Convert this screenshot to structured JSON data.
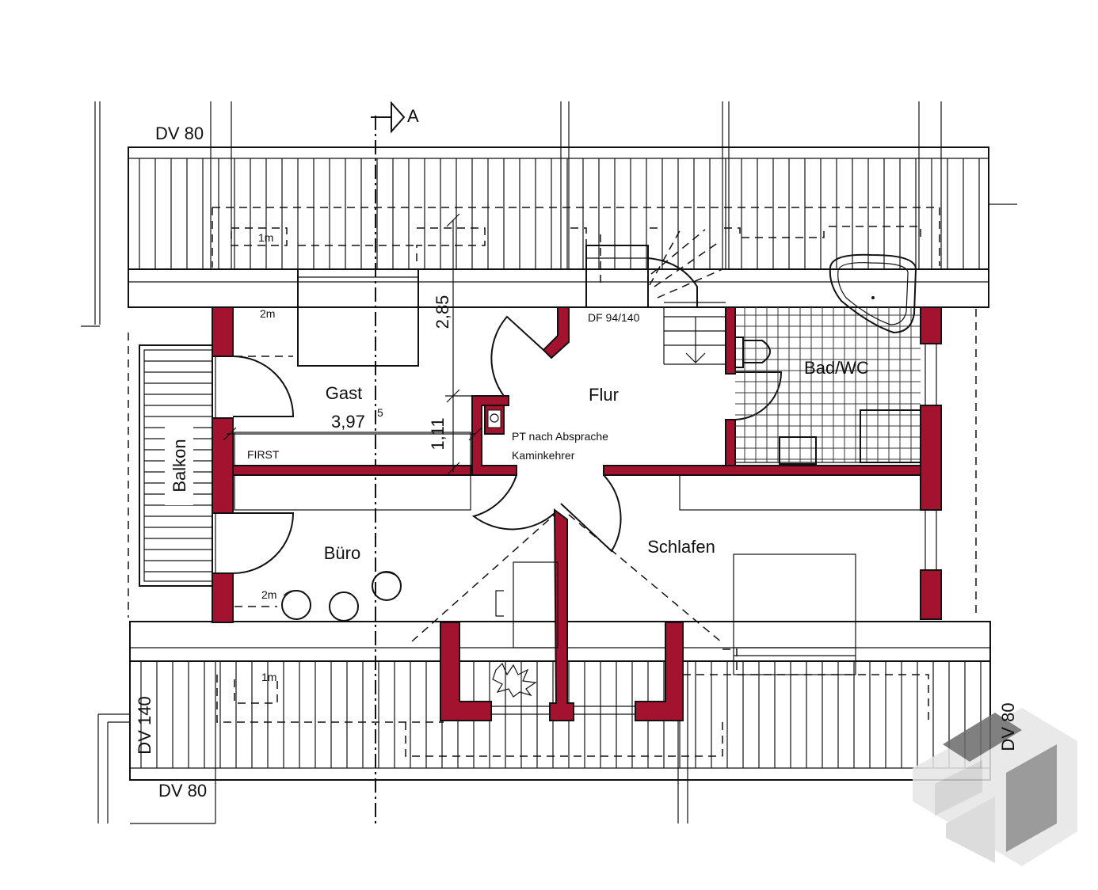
{
  "plan": {
    "rooms": {
      "gast": "Gast",
      "flur": "Flur",
      "bad": "Bad/WC",
      "buero": "Büro",
      "schlafen": "Schlafen",
      "balkon": "Balkon"
    },
    "labels": {
      "dv80_top": "DV 80",
      "dv80_bottom": "DV 80",
      "dv140": "DV 140",
      "dv80_right": "DV 80",
      "section": "A",
      "df": "DF 94/140",
      "first": "FIRST",
      "one_m_top": "1m",
      "two_m_gast": "2m",
      "two_m_buero": "2m",
      "one_m_bottom": "1m",
      "pt_note_1": "PT nach Absprache",
      "pt_note_2": "Kaminkehrer"
    },
    "dimensions": {
      "d285": "2,85",
      "d397": "3,97",
      "d397_sup": "5",
      "d111": "1,11"
    },
    "colors": {
      "wall": "#a3132f",
      "line": "#111111",
      "watermark_dark": "#6b6b6b",
      "watermark_light": "#d9d9d9"
    }
  }
}
